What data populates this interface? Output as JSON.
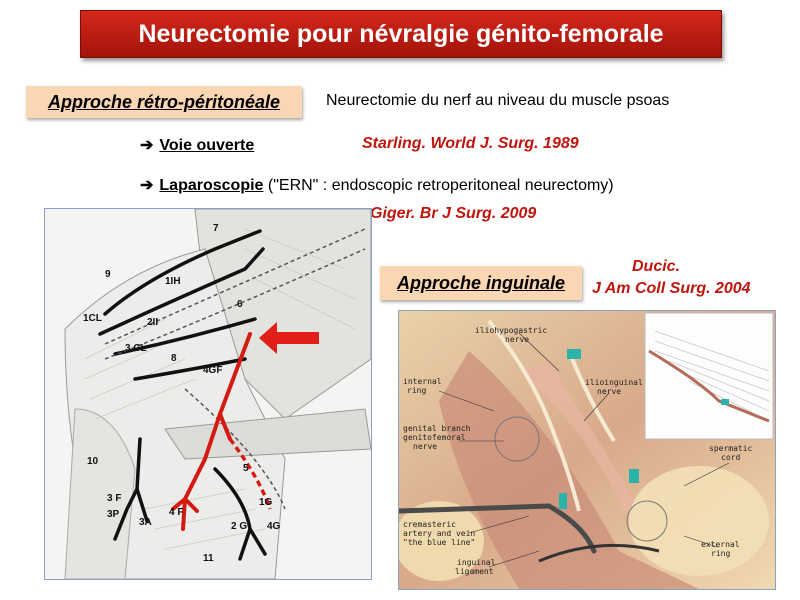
{
  "slide": {
    "title": "Neurectomie pour névralgie génito-femorale",
    "retro": {
      "tag": "Approche rétro-péritonéale",
      "desc": "Neurectomie du nerf au niveau du muscle psoas",
      "bullet1": {
        "arrow": "➔",
        "label": "Voie ouverte",
        "ref": "Starling. World J. Surg. 1989"
      },
      "bullet2": {
        "arrow": "➔",
        "label": "Laparoscopie",
        "tail": " (\"ERN\" : endoscopic retroperitoneal neurectomy)",
        "ref": "Giger. Br J Surg. 2009"
      }
    },
    "inguinal": {
      "tag": "Approche inguinale",
      "ref_line1": "Ducic.",
      "ref_line2": "J Am Coll Surg. 2004"
    }
  },
  "figure_left": {
    "labels": [
      "7",
      "9",
      "1IH",
      "1CL",
      "2II",
      "3 CL",
      "6",
      "8",
      "4GF",
      "10",
      "5",
      "3 F",
      "3P",
      "3A",
      "4 F",
      "1G",
      "2 G",
      "4G",
      "11"
    ]
  },
  "figure_right": {
    "labels": [
      "iliohypogastric",
      "nerve",
      "internal",
      "ring",
      "ilioinguinal",
      "nerve",
      "genital branch",
      "genitofemoral",
      "nerve",
      "spermatic",
      "cord",
      "cremasteric",
      "artery and vein",
      "\"the blue line\"",
      "inguinal",
      "ligament",
      "external",
      "ring"
    ]
  },
  "colors": {
    "title_red": "#b91c10",
    "ref_red": "#c0150d",
    "tag_peach": "#fbd6b3"
  }
}
